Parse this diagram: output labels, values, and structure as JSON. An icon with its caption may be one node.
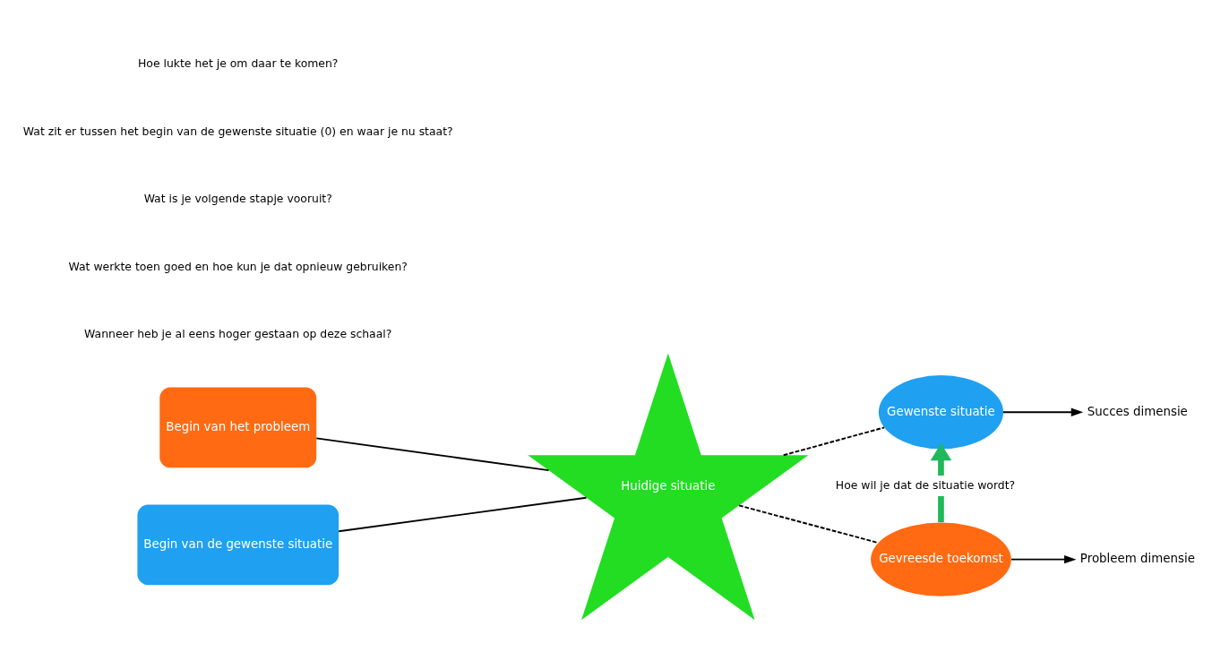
{
  "diagram": {
    "nodes": [
      {
        "text": [
          "Begin van het probleem"
        ]
      },
      {
        "text": [
          "Begin van de gewenste situatie"
        ]
      },
      {
        "text": [
          "Huidige situatie"
        ]
      },
      {
        "text": [
          "Gewenste situatie"
        ]
      },
      {
        "text": [
          "Gevreesde toekomst"
        ]
      },
      {
        "text": [
          "Succes dimensie"
        ]
      },
      {
        "text": [
          "Probleem dimensie"
        ]
      }
    ],
    "edges": [
      {
        "from": 0,
        "to": 2,
        "arrow": "none"
      },
      {
        "from": 1,
        "to": 2,
        "arrow": "none"
      },
      {
        "from": 2,
        "to": 3,
        "arrow": "none",
        "style": "dashed"
      },
      {
        "from": 2,
        "to": 4,
        "arrow": "none",
        "style": "dashed"
      },
      {
        "from": 3,
        "to": 5,
        "arrow": "to"
      },
      {
        "from": 4,
        "to": 6,
        "arrow": "to"
      },
      {
        "from": 4,
        "to": 3,
        "arrow": "to",
        "label": "Hoe wil je dat de situatie wordt?",
        "style": "thick",
        "color": "#1fb85a"
      }
    ],
    "labels": [
      "Wanneer heb je al eens hoger gestaan op deze schaal?",
      "Wat werkte toen goed en hoe kun je dat opnieuw gebruiken?",
      "Wat is je volgende stapje vooruit?",
      "Wat zit er tussen het begin van de gewenste situatie (0) en waar je nu staat?",
      "Hoe lukte het je om daar te komen?"
    ]
  }
}
